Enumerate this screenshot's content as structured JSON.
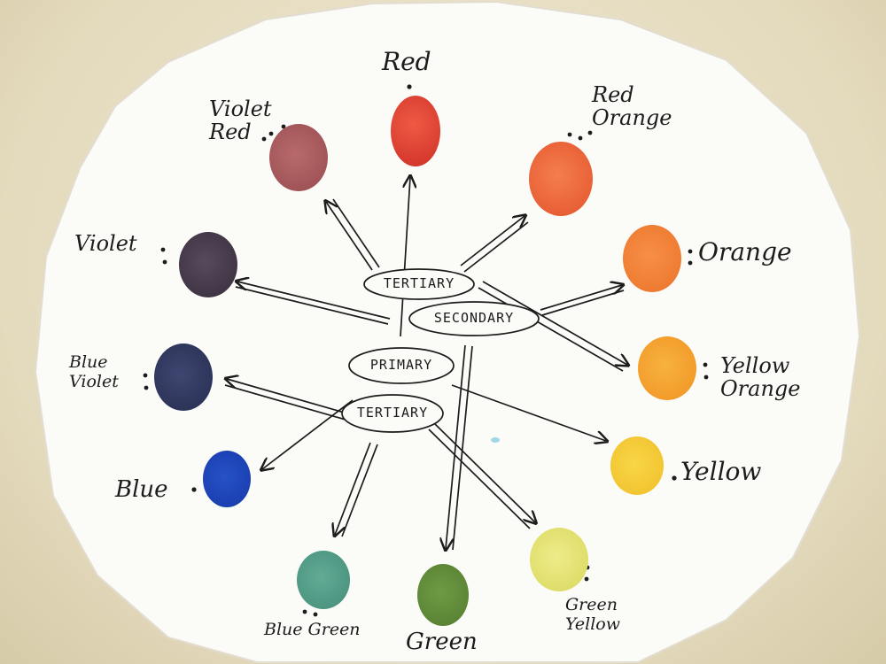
{
  "labels": {
    "red": "Red",
    "violet_red": "Violet\nRed",
    "red_orange": "Red\nOrange",
    "violet": "Violet",
    "orange": "Orange",
    "blue_violet": "Blue\nViolet",
    "yellow_orange": "Yellow\nOrange",
    "blue": "Blue",
    "yellow": "Yellow",
    "blue_green": "Blue Green",
    "green": "Green",
    "green_yellow": "Green\nYellow"
  },
  "categories": {
    "tertiary_top": "TERTIARY",
    "secondary": "SECONDARY",
    "primary": "PRIMARY",
    "tertiary_bottom": "TERTIARY"
  },
  "colors": {
    "red": "#e0483a",
    "violet_red": "#a85a5c",
    "red_orange": "#ee6a3e",
    "violet": "#4a3d4e",
    "orange": "#f0813a",
    "blue_violet": "#33395e",
    "yellow_orange": "#f4a033",
    "blue": "#1a3fb0",
    "yellow": "#f3c936",
    "blue_green": "#4f9a86",
    "green": "#5f8a3a",
    "green_yellow": "#e2e170",
    "ink": "#1c1c1c",
    "paper": "#fbfbf8"
  }
}
